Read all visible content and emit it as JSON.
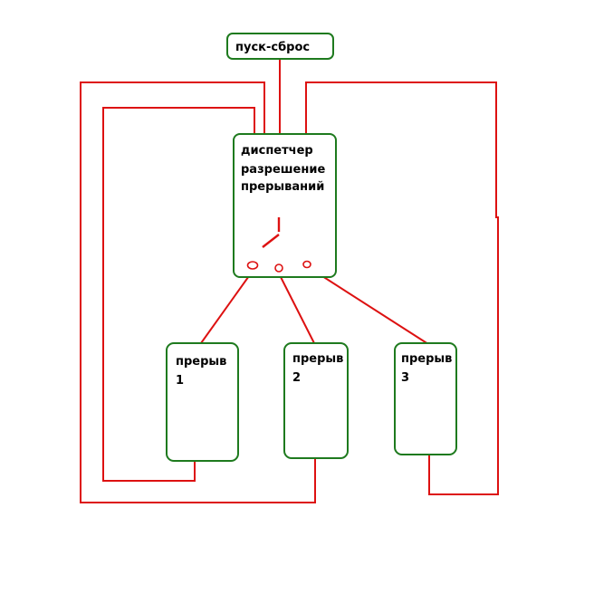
{
  "reset_box": {
    "label": "пуск-сброс"
  },
  "dispatcher_box": {
    "lines": [
      "диспетчер",
      "разрешение",
      "прерываний"
    ]
  },
  "interrupts": [
    {
      "line1": "прерыв",
      "line2": "1"
    },
    {
      "line1": "прерыв",
      "line2": "2"
    },
    {
      "line1": "прерыв",
      "line2": "3"
    }
  ],
  "colors": {
    "box_border": "#1e7a1e",
    "wire": "#dd1111",
    "text": "#000000",
    "background": "#ffffff"
  }
}
